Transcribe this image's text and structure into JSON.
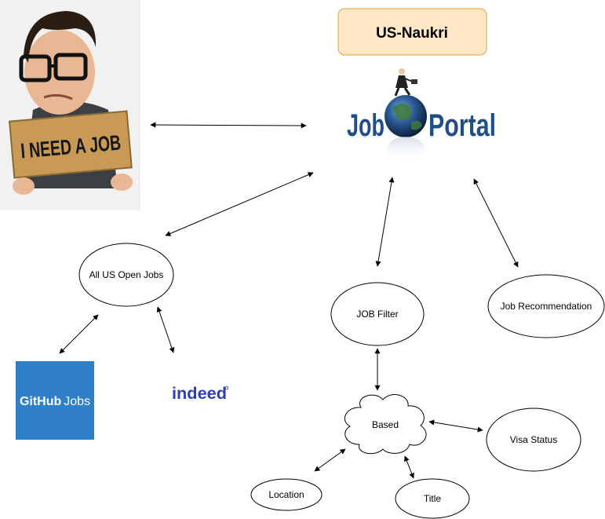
{
  "title": "US-Naukri",
  "portal_logo": {
    "word1": "Job",
    "word2": "Portal"
  },
  "person_sign": "I NEED A JOB",
  "nodes": {
    "all_jobs": "All US Open Jobs",
    "job_filter": "JOB Filter",
    "job_recommendation": "Job Recommendation",
    "based": "Based",
    "visa_status": "Visa Status",
    "location": "Location",
    "title_node": "Title"
  },
  "sources": {
    "github": {
      "word1": "GitHub",
      "word2": "Jobs"
    },
    "indeed": "indeed"
  },
  "colors": {
    "title_box_fill": "#fee8c6",
    "title_box_border": "#e0a23a",
    "github_blue": "#2f80c9",
    "indeed_blue": "#2b3fb8",
    "logo_blue": "#1f4f86"
  }
}
